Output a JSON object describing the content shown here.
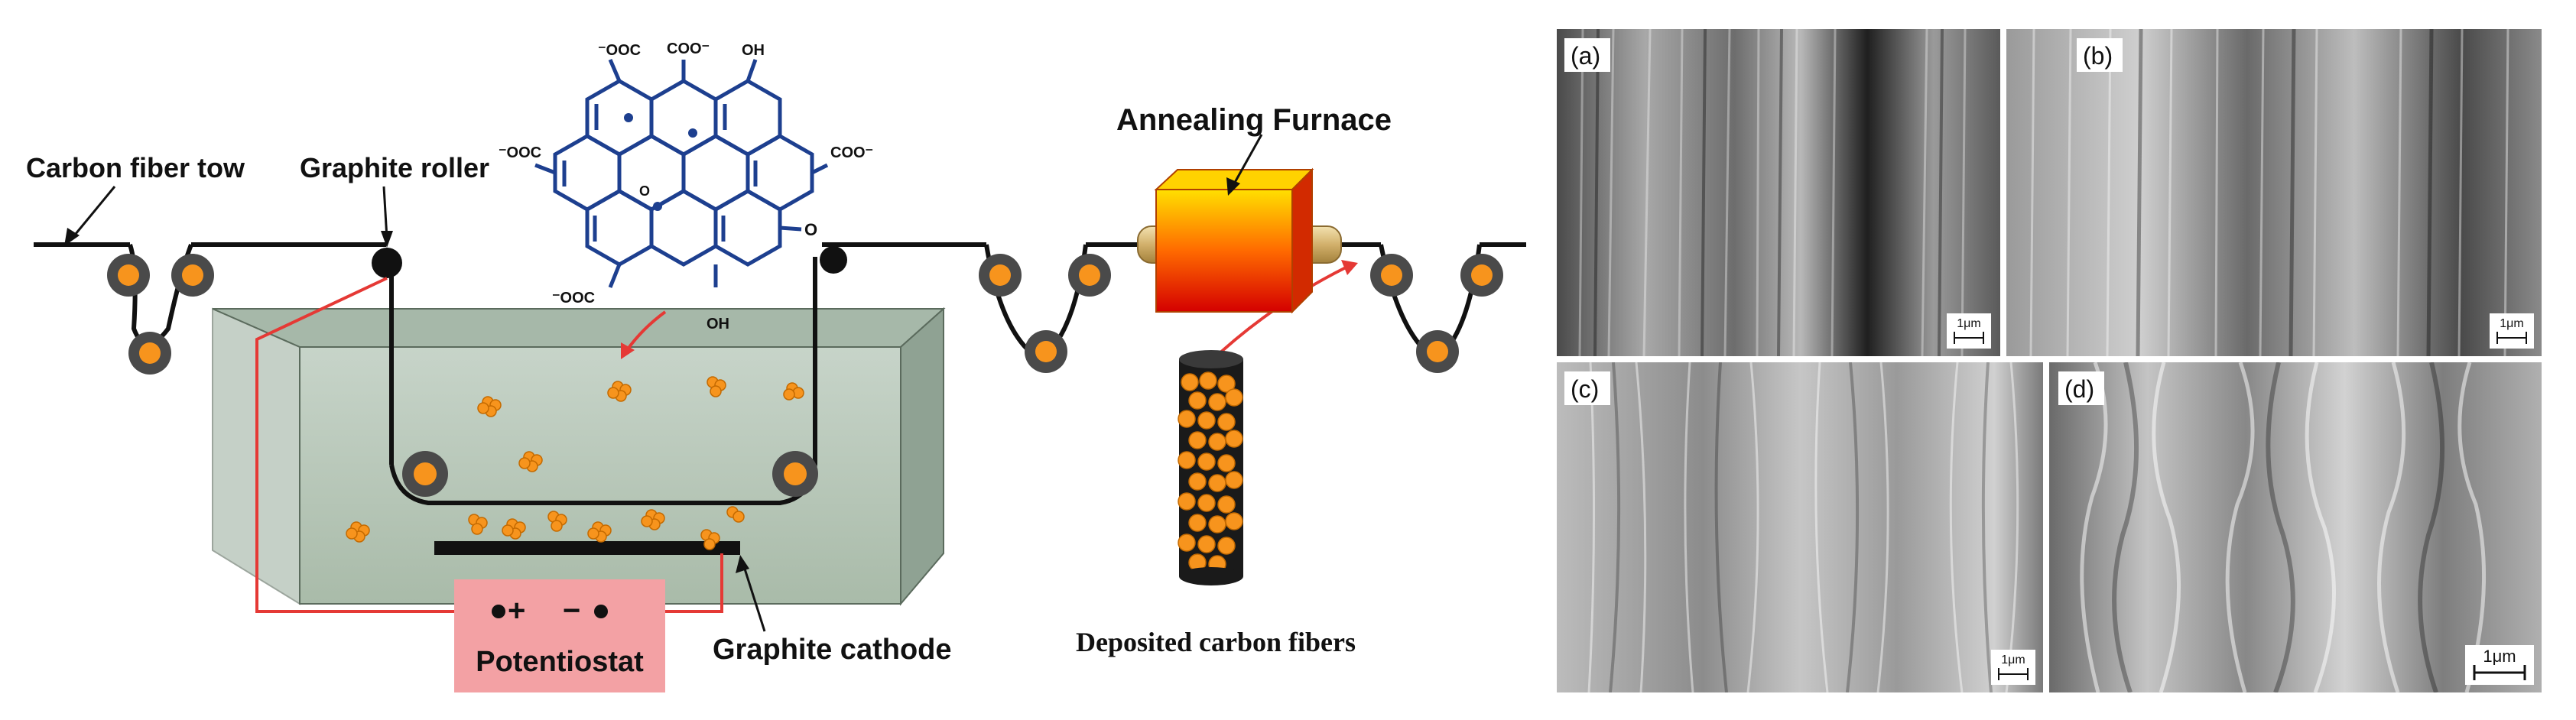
{
  "schematic": {
    "labels": {
      "carbon_fiber_tow": "Carbon fiber tow",
      "graphite_roller": "Graphite roller",
      "annealing_furnace": "Annealing Furnace",
      "graphite_cathode": "Graphite cathode",
      "potentiostat": "Potentiostat",
      "deposited_fibers": "Deposited carbon fibers",
      "plus": "+",
      "minus": "−"
    },
    "graphene_oxide_groups": {
      "coo_top_left": "⁻OOC",
      "coo_top_mid": "COO⁻",
      "oh_top": "OH",
      "coo_left": "⁻OOC",
      "coo_right": "COO⁻",
      "o_keto": "O",
      "coo_bottom_left": "⁻OOC",
      "oh_bottom": "OH",
      "epoxy_o": "O"
    },
    "colors": {
      "bath_front": "#b9c8bd",
      "bath_top": "#a9bcae",
      "wire": "#e53935",
      "particle": "#f7941d",
      "roller_core": "#f7941d",
      "potentiostat_bg": "#f3a1a4",
      "molecule": "#1d3f8f"
    }
  },
  "sem_panels": [
    {
      "tag": "(a)",
      "scale": "1μm"
    },
    {
      "tag": "(b)",
      "scale": "1μm"
    },
    {
      "tag": "(c)",
      "scale": "1μm"
    },
    {
      "tag": "(d)",
      "scale": "1μm"
    }
  ]
}
